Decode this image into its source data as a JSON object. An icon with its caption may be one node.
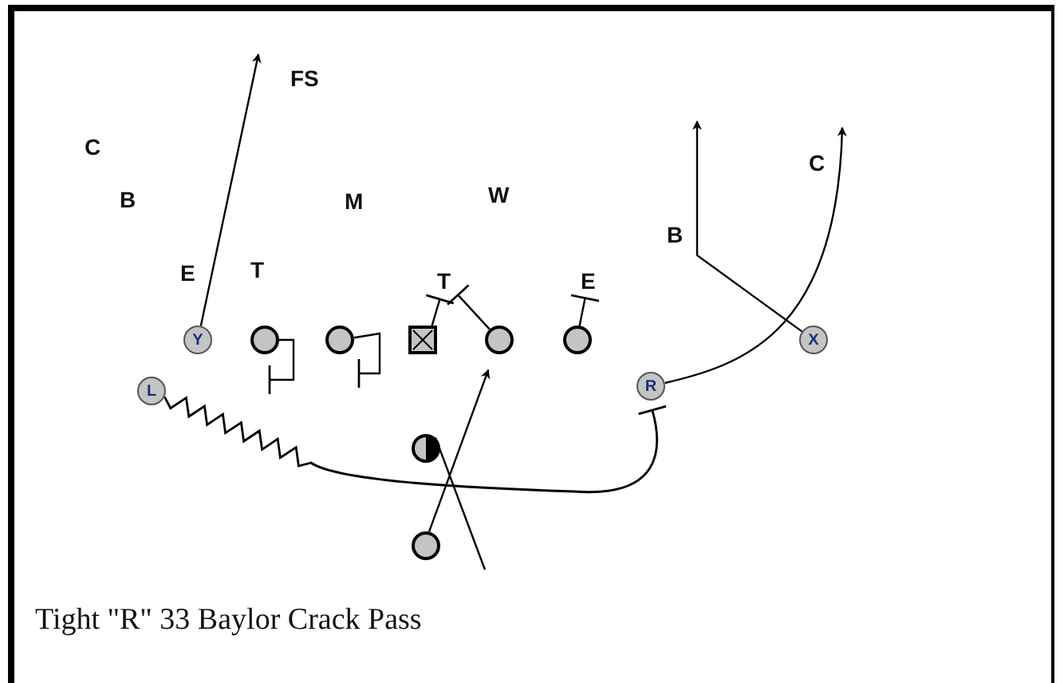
{
  "diagram": {
    "caption": "Tight \"R\" 33 Baylor Crack Pass",
    "nodes": [
      {
        "text": [
          "T"
        ]
      },
      {
        "text": [
          "E"
        ]
      },
      {
        "text": [
          "Y"
        ]
      },
      {
        "text": [],
        "shape": "circle"
      },
      {
        "text": [],
        "shape": "circle"
      },
      {
        "text": [],
        "shape": "box"
      },
      {
        "text": [],
        "shape": "circle"
      },
      {
        "text": [],
        "shape": "circle"
      },
      {
        "text": [
          "X"
        ]
      },
      {
        "text": [
          "L"
        ]
      },
      {
        "text": [
          "R"
        ]
      },
      {
        "text": [],
        "shape": "circle"
      },
      {
        "text": [],
        "shape": "circle"
      }
    ],
    "edges": [
      {
        "from": 2,
        "to": null,
        "arrow": "to"
      },
      {
        "from": 3,
        "to": null,
        "arrow": "other"
      },
      {
        "from": 4,
        "to": null,
        "arrow": "other"
      },
      {
        "from": 5,
        "to": 0,
        "arrow": "other"
      },
      {
        "from": 6,
        "to": 0,
        "arrow": "other"
      },
      {
        "from": 7,
        "to": 1,
        "arrow": "other"
      },
      {
        "from": 8,
        "to": null,
        "arrow": "to"
      },
      {
        "from": 10,
        "to": null,
        "arrow": "to"
      },
      {
        "from": 9,
        "to": 10,
        "arrow": "other"
      },
      {
        "from": 11,
        "to": null,
        "arrow": "none"
      },
      {
        "from": 12,
        "to": 6,
        "arrow": "to"
      }
    ],
    "labels": [
      "FS",
      "C",
      "C",
      "W",
      "B",
      "M",
      "B",
      "T",
      "E"
    ]
  }
}
